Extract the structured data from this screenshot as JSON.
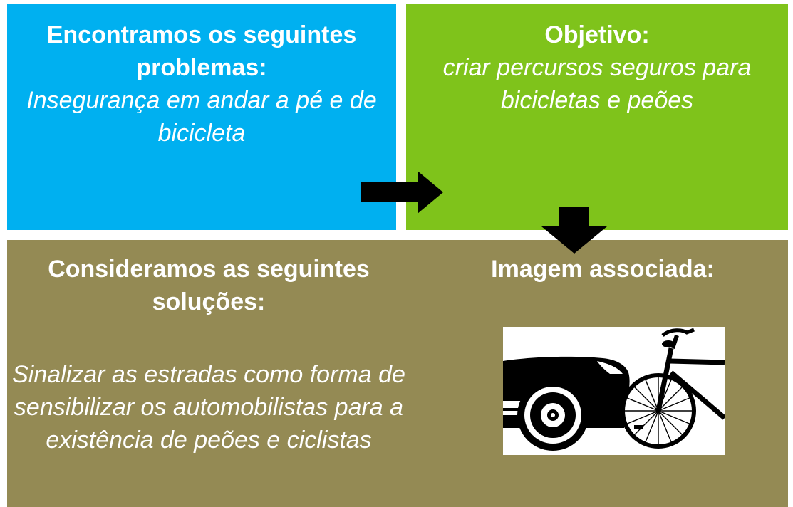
{
  "problems": {
    "heading": "Encontramos os seguintes problemas:",
    "text": "Insegurança em andar a pé e de bicicleta",
    "color": "#00b0f0"
  },
  "objective": {
    "heading": "Objetivo:",
    "text": "criar percursos seguros para bicicletas e peões",
    "color": "#7fc31b"
  },
  "solutions": {
    "heading": "Consideramos as seguintes soluções:",
    "text": "Sinalizar as estradas como forma de sensibilizar os automobilistas para a existência de peões e ciclistas",
    "color": "#948a54"
  },
  "image_section": {
    "heading": "Imagem associada:",
    "picture": "car-and-bicycle-silhouette"
  },
  "arrows": [
    "arrow-right-icon",
    "arrow-down-icon"
  ]
}
